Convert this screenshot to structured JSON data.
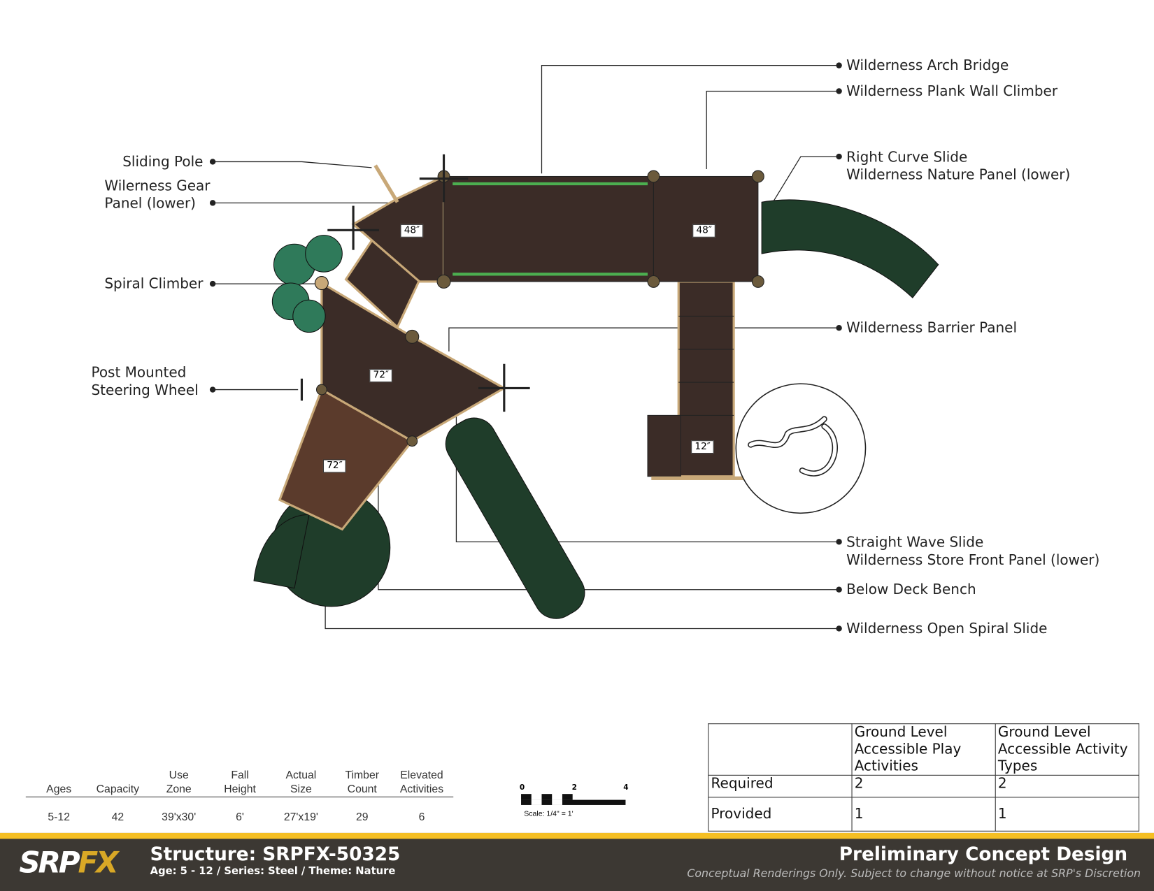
{
  "callouts_left": [
    {
      "lines": [
        "Sliding Pole"
      ]
    },
    {
      "lines": [
        "Wilerness Gear",
        "Panel (lower)"
      ]
    },
    {
      "lines": [
        "Spiral Climber"
      ]
    },
    {
      "lines": [
        "Post Mounted",
        "Steering Wheel"
      ]
    }
  ],
  "callouts_right": [
    {
      "lines": [
        "Wilderness Arch Bridge"
      ]
    },
    {
      "lines": [
        "Wilderness Plank Wall Climber"
      ]
    },
    {
      "lines": [
        "Right Curve Slide",
        "Wilderness Nature Panel (lower)"
      ]
    },
    {
      "lines": [
        "Wilderness Barrier Panel"
      ]
    },
    {
      "lines": [
        "Straight Wave Slide",
        "Wilderness Store Front Panel (lower)"
      ]
    },
    {
      "lines": [
        "Below Deck Bench"
      ]
    },
    {
      "lines": [
        "Wilderness Open Spiral Slide"
      ]
    }
  ],
  "deck_heights": [
    "48″",
    "48″",
    "72″",
    "72″",
    "12″"
  ],
  "specs": {
    "headers": [
      [
        "",
        "Ages"
      ],
      [
        "",
        "Capacity"
      ],
      [
        "Use",
        "Zone"
      ],
      [
        "Fall",
        "Height"
      ],
      [
        "Actual",
        "Size"
      ],
      [
        "Timber",
        "Count"
      ],
      [
        "Elevated",
        "Activities"
      ]
    ],
    "values": [
      "5-12",
      "42",
      "39'x30'",
      "6'",
      "27'x19'",
      "29",
      "6"
    ]
  },
  "scale": {
    "ticks": [
      "0",
      "2",
      "4"
    ],
    "label": "Scale: 1/4\" = 1'"
  },
  "accessibility": {
    "headers": [
      "",
      "Ground Level Accessible Play Activities",
      "Ground Level Accessible Activity Types"
    ],
    "rows": [
      [
        "Required",
        "2",
        "2"
      ],
      [
        "Provided",
        "1",
        "1"
      ]
    ]
  },
  "footer": {
    "logo": "SRPFX",
    "structure": "Structure: SRPFX-50325",
    "subtitle": "Age: 5 - 12 / Series: Steel / Theme: Nature",
    "title": "Preliminary Concept Design",
    "disclaimer": "Conceptual Renderings Only. Subject to change without notice at SRP's Discretion"
  },
  "colors": {
    "deck": "#3b2c27",
    "deck_lower": "#5b3b2c",
    "slide": "#1f3d2a",
    "climber": "#2f7a5a",
    "footer": "#3c3833",
    "accent": "#f5bf23"
  }
}
